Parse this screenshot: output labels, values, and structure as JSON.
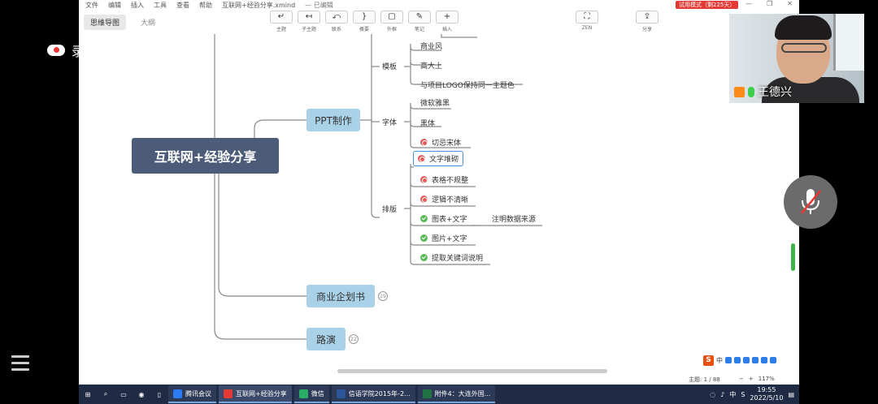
{
  "recording": {
    "label": "录制中"
  },
  "menubar": {
    "items": [
      "文件",
      "编辑",
      "插入",
      "工具",
      "查看",
      "帮助"
    ],
    "doc_title": "互联网+经验分享.xmind",
    "save_status": "— 已编辑",
    "trial": "试用模式（剩225天）"
  },
  "view_tabs": [
    "思维导图",
    "大纲"
  ],
  "toolbar": [
    {
      "label": "主题",
      "icon": "↵"
    },
    {
      "label": "子主题",
      "icon": "↤"
    },
    {
      "label": "联系",
      "icon": "⤺"
    },
    {
      "label": "概要",
      "icon": "}"
    },
    {
      "label": "外框",
      "icon": "▢"
    },
    {
      "label": "笔记",
      "icon": "✎"
    },
    {
      "label": "插入",
      "icon": "+"
    },
    {
      "label": "ZEN",
      "icon": "⛶"
    },
    {
      "label": "分享",
      "icon": "⇪"
    }
  ],
  "mindmap": {
    "central": "互联网+经验分享",
    "branches": {
      "ppt": "PPT制作",
      "bp": "商业企划书",
      "bp_count": "19",
      "roadshow": "路演",
      "roadshow_count": "22"
    },
    "subtopics": {
      "template": "模板",
      "font": "字体",
      "layout": "排版"
    },
    "template_items": [
      "商业风",
      "高大上",
      "与项目LOGO保持同一主题色"
    ],
    "font_items": [
      "微软雅黑",
      "黑体",
      "切忌宋体"
    ],
    "layout_items": [
      "文字堆砌",
      "表格不规整",
      "逻辑不清晰",
      "图表+文字",
      "图片+文字",
      "提取关键词说明"
    ],
    "layout_note": "注明数据来源"
  },
  "statusbar": {
    "topic_count": "主题: 1 / 88",
    "zoom": "117%",
    "zoom_minus": "−",
    "zoom_plus": "+"
  },
  "ime": {
    "logo": "S",
    "mode": "中"
  },
  "webcam": {
    "name": "王德兴"
  },
  "taskbar": {
    "apps": [
      "腾讯会议",
      "互联网+经验分享",
      "微信",
      "信语学院2015年-2...",
      "附件4：大连外国..."
    ],
    "tray_lang": "中",
    "time": "19:55",
    "date": "2022/5/10"
  }
}
